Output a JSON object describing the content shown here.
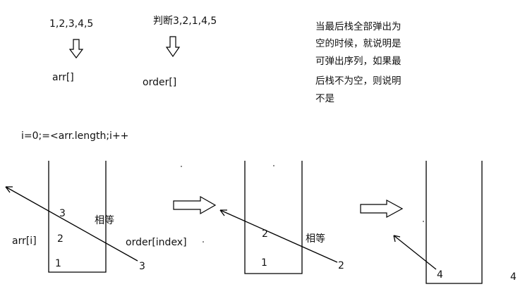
{
  "input": {
    "sequence": "1,2,3,4,5",
    "array_label": "arr[]"
  },
  "judge": {
    "label": "判断3,2,1,4,5",
    "array_label": "order[]"
  },
  "note": {
    "lines": [
      "当最后栈全部弹出为",
      "空的时候，就说明是",
      "可弹出序列，如果最",
      "后栈不为空，则说明",
      "不是"
    ]
  },
  "loop": "i=0;=<arr.length;i++",
  "stage1": {
    "stack": [
      "1",
      "2",
      "3"
    ],
    "side_label": "arr[i]",
    "equal_label": "相等",
    "order_label": "order[index]",
    "order_value": "3"
  },
  "stage2": {
    "stack": [
      "1",
      "2"
    ],
    "equal_label": "相等",
    "order_value": "2"
  },
  "stage3": {
    "stack": [
      "4"
    ],
    "outside_value": "4"
  }
}
